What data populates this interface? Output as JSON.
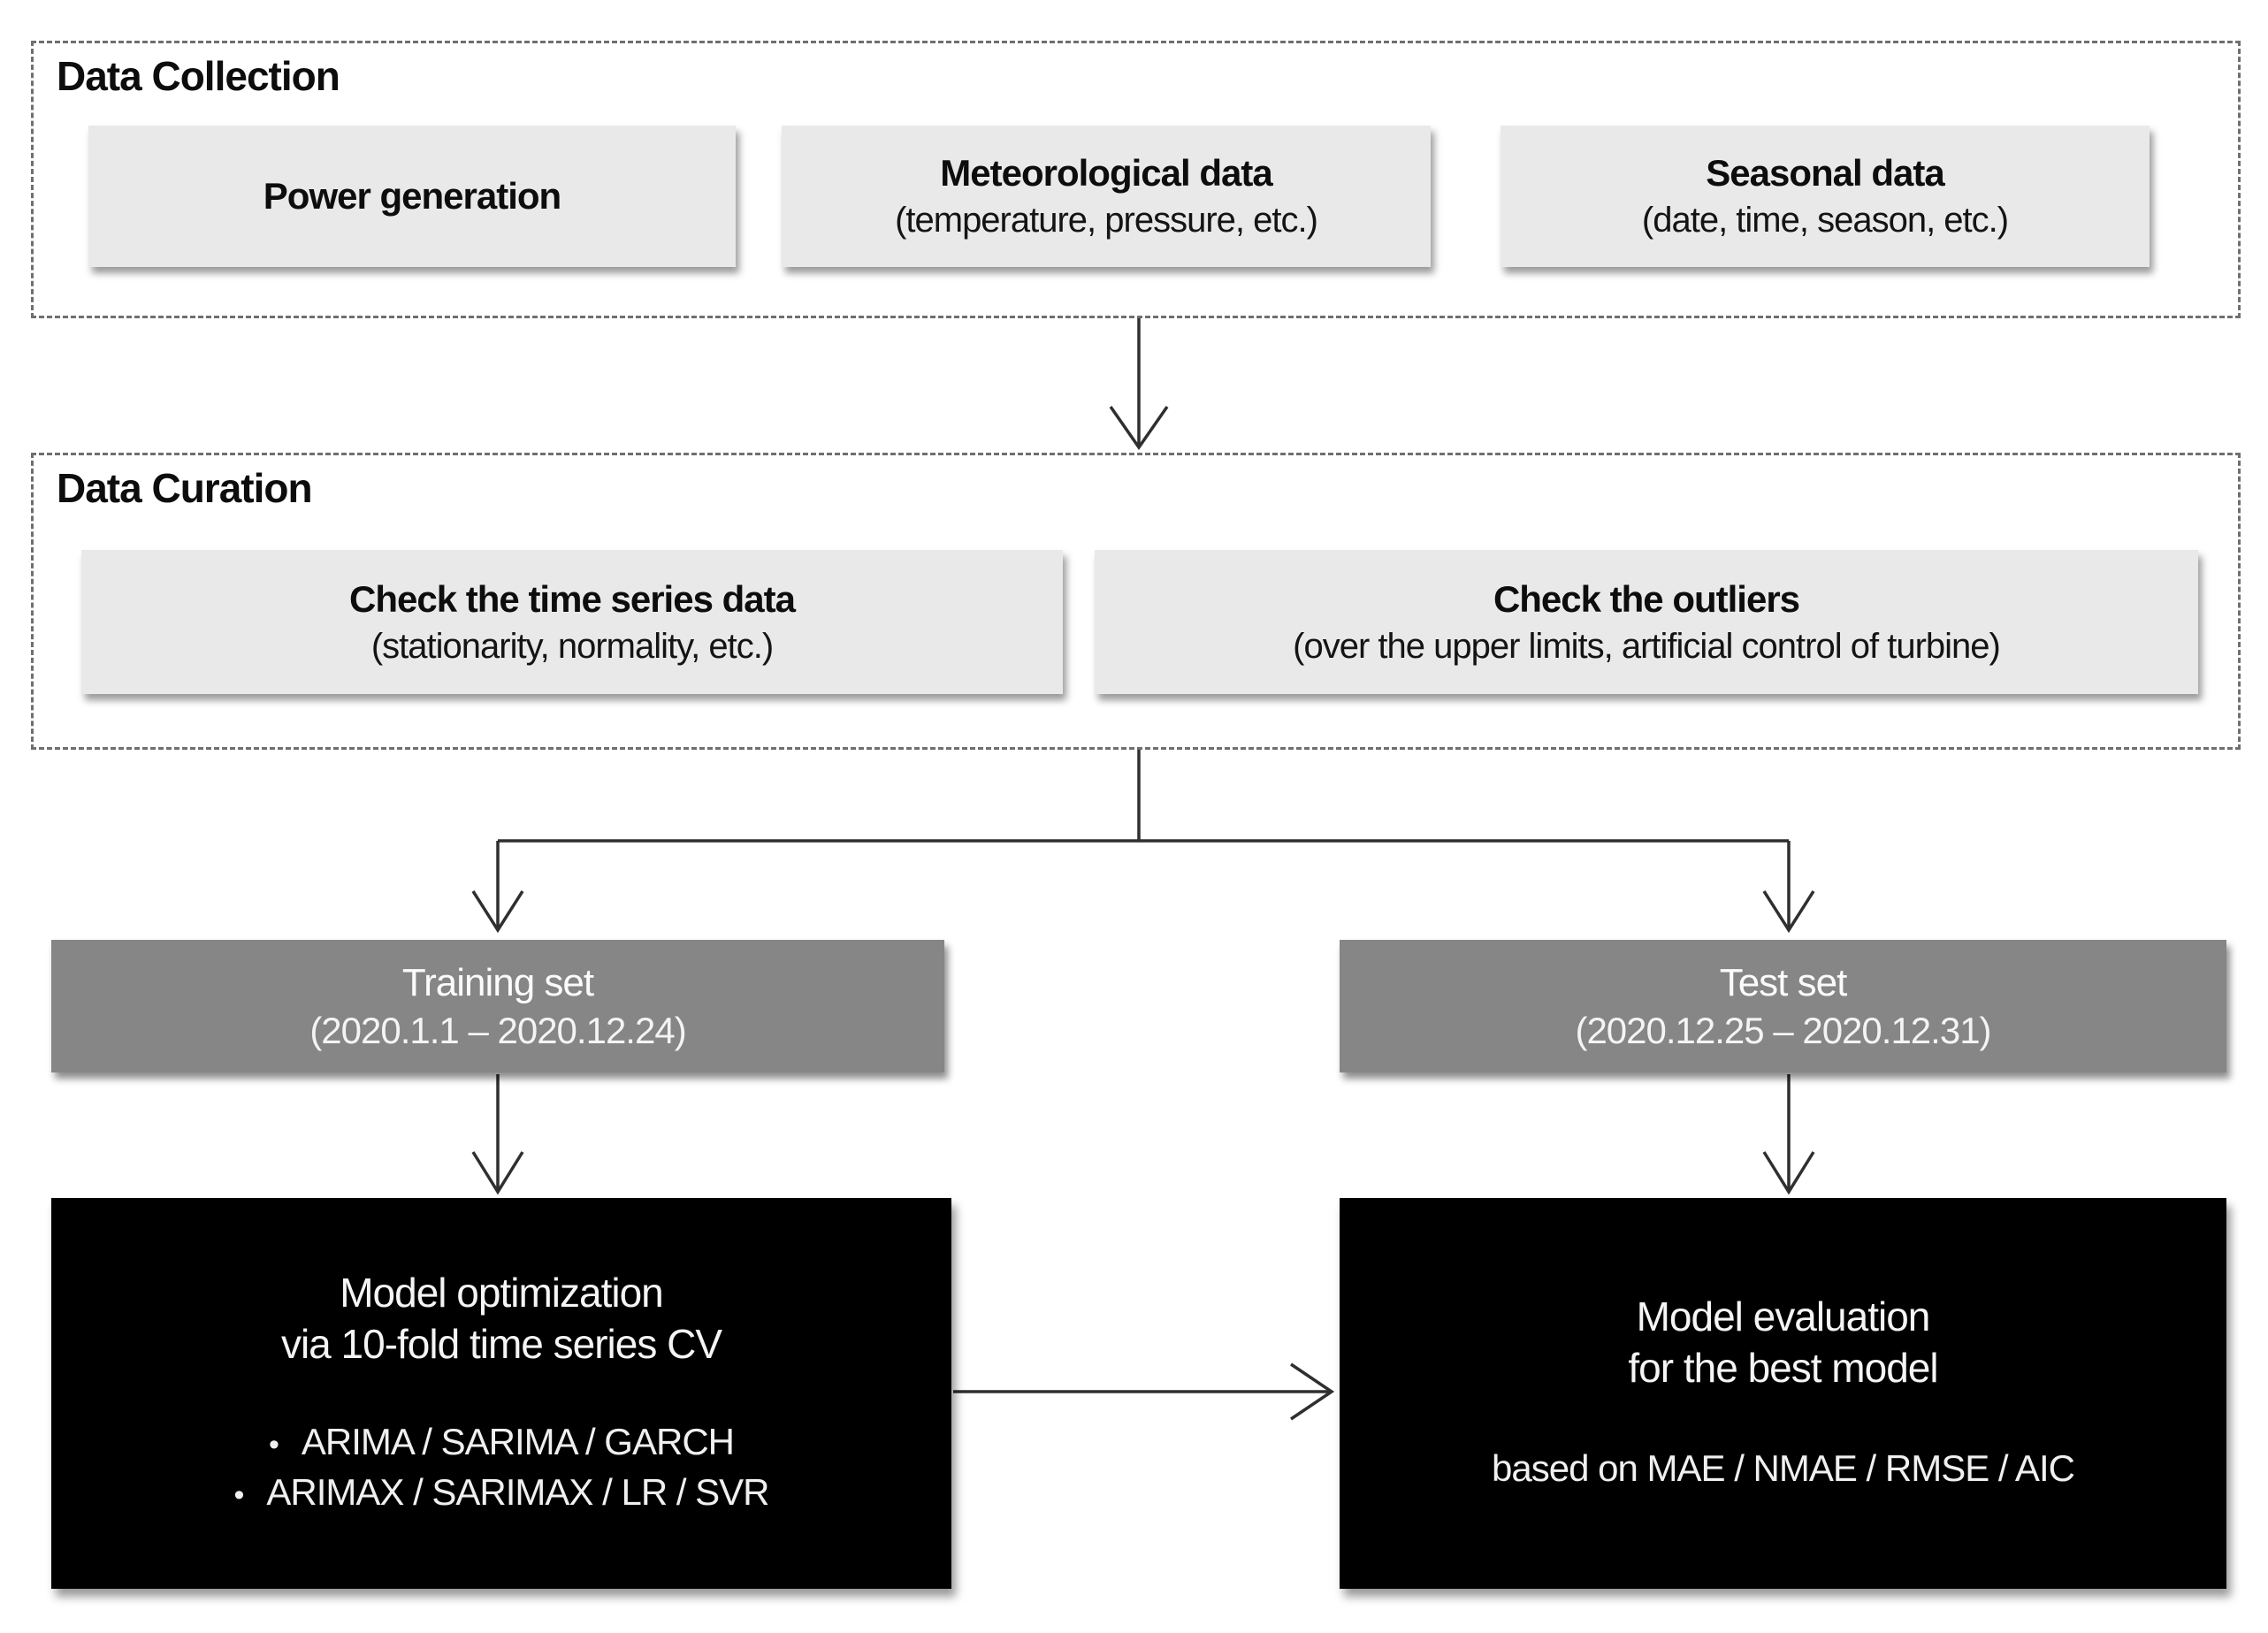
{
  "colors": {
    "background": "#ffffff",
    "light_box_bg": "#e9e9e9",
    "gray_box_bg": "#868686",
    "black_box_bg": "#000000",
    "dashed_border": "#6f6f6f",
    "arrow_stroke": "#2f2f2f",
    "dark_text": "#0d0d0d",
    "light_text": "#ffffff"
  },
  "collection": {
    "label": "Data Collection",
    "boxes": [
      {
        "title": "Power generation",
        "subtitle": ""
      },
      {
        "title": "Meteorological data",
        "subtitle": "(temperature, pressure, etc.)"
      },
      {
        "title": "Seasonal data",
        "subtitle": "(date, time, season, etc.)"
      }
    ]
  },
  "curation": {
    "label": "Data Curation",
    "boxes": [
      {
        "title": "Check the time series data",
        "subtitle": "(stationarity, normality, etc.)"
      },
      {
        "title": "Check the outliers",
        "subtitle": "(over the upper limits, artificial control of turbine)"
      }
    ]
  },
  "split": {
    "training": {
      "title": "Training set",
      "subtitle": "(2020.1.1 – 2020.12.24)"
    },
    "test": {
      "title": "Test set",
      "subtitle": "(2020.12.25 – 2020.12.31)"
    }
  },
  "optimization": {
    "title_line1": "Model optimization",
    "title_line2": "via 10-fold time series CV",
    "bullet_marker": "•",
    "bullets": [
      "ARIMA / SARIMA / GARCH",
      "ARIMAX / SARIMAX / LR / SVR"
    ]
  },
  "evaluation": {
    "title_line1": "Model evaluation",
    "title_line2": "for the best model",
    "subtitle": "based on MAE / NMAE / RMSE / AIC"
  }
}
